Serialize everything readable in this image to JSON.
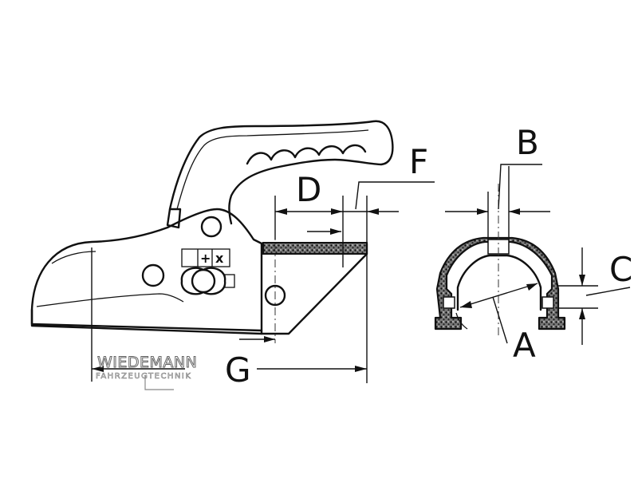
{
  "labels": {
    "a": "A",
    "b": "B",
    "c": "C",
    "d": "D",
    "f": "F",
    "g": "G"
  },
  "marking": {
    "plus": "+",
    "cross": "x"
  },
  "watermark": {
    "name": "WIEDEMANN",
    "subtitle": "FAHRZEUGTECHNIK"
  }
}
